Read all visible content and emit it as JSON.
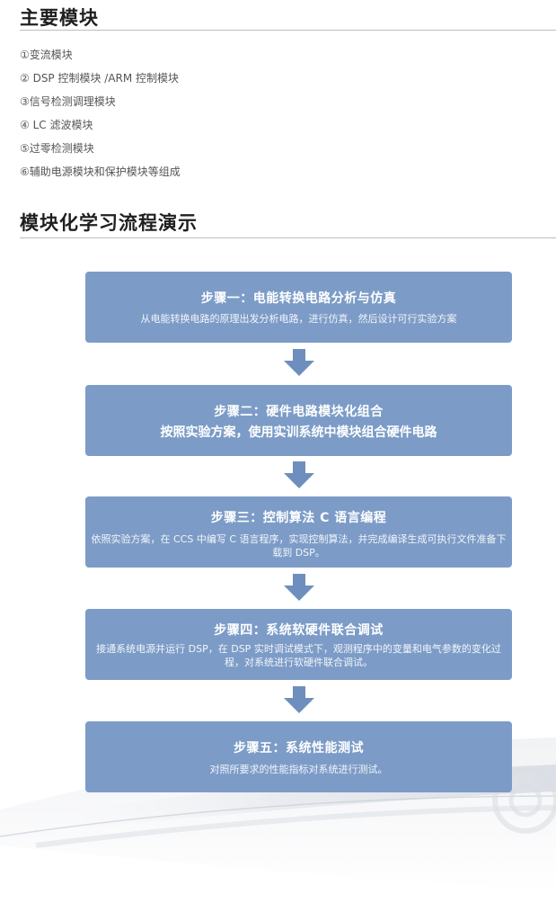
{
  "sections": {
    "modules_title": "主要模块",
    "flow_title": "模块化学习流程演示"
  },
  "modules": [
    "①变流模块",
    "② DSP 控制模块 /ARM 控制模块",
    "③信号检测调理模块",
    "④ LC 滤波模块",
    "⑤过零检测模块",
    "⑥辅助电源模块和保护模块等组成"
  ],
  "steps": [
    {
      "title": "步骤一：电能转换电路分析与仿真",
      "desc": "从电能转换电路的原理出发分析电路，进行仿真，然后设计可行实验方案"
    },
    {
      "title": "步骤二：硬件电路模块化组合",
      "desc": "按照实验方案，使用实训系统中模块组合硬件电路"
    },
    {
      "title": "步骤三：控制算法 C 语言编程",
      "desc": "依照实验方案，在 CCS 中编写 C 语言程序，实现控制算法，并完成编译生成可执行文件准备下载到 DSP。"
    },
    {
      "title": "步骤四：系统软硬件联合调试",
      "desc": "接通系统电源并运行 DSP，在 DSP 实时调试模式下，观测程序中的变量和电气参数的变化过程，对系统进行软硬件联合调试。"
    },
    {
      "title": "步骤五：系统性能测试",
      "desc": "对照所要求的性能指标对系统进行测试。"
    }
  ],
  "colors": {
    "step_bg": "#7c9cc7",
    "arrow": "#6e8fbd",
    "rule": "#bdbdbd"
  }
}
